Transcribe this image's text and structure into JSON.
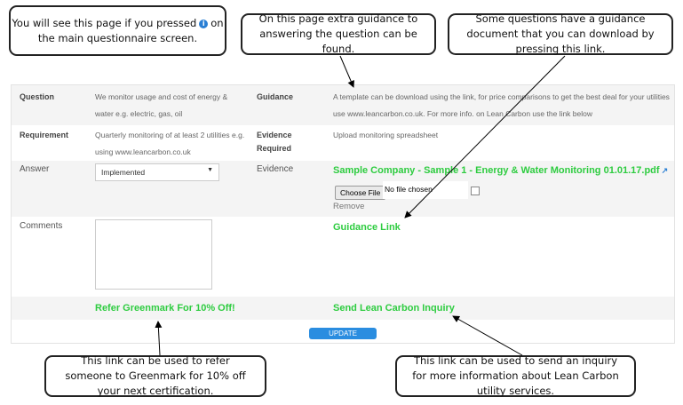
{
  "callouts": {
    "top_left_before_icon": "You will see this page if you pressed",
    "top_left_after_icon": "on",
    "top_left_line2": "the main questionnaire screen.",
    "top_middle": "On this page extra guidance to answering the question can be found.",
    "top_right": "Some questions have a guidance document that you can download by pressing this link.",
    "bottom_left": "This link can be used to refer someone to Greenmark for 10% off your next certification.",
    "bottom_right": "This link can be used to send an inquiry for more information about Lean Carbon utility services."
  },
  "form": {
    "question_label": "Question",
    "question_text": "We monitor usage and cost of energy & water e.g. electric, gas, oil",
    "guidance_label": "Guidance",
    "guidance_text": "A template can be download using the link, for price comparisons to get the best deal for your utilities use www.leancarbon.co.uk. For more info. on Lean Carbon use the link below",
    "requirement_label": "Requirement",
    "requirement_text": "Quarterly monitoring of at least 2 utilities e.g. using www.leancarbon.co.uk",
    "evidence_required_label": "Evidence Required",
    "evidence_required_text": "Upload monitoring spreadsheet",
    "answer_label": "Answer",
    "answer_value": "Implemented",
    "evidence_label": "Evidence",
    "evidence_file_link": "Sample Company - Sample 1 - Energy & Water Monitoring 01.01.17.pdf",
    "choose_file_label": "Choose File",
    "no_file_text": "No file chosen",
    "remove_label": "Remove",
    "comments_label": "Comments",
    "guidance_link": "Guidance Link",
    "refer_link": "Refer Greenmark For 10% Off!",
    "inquiry_link": "Send Lean Carbon Inquiry",
    "update_button": "UPDATE"
  },
  "colors": {
    "link_green": "#2ecc40",
    "button_blue": "#2a8de0",
    "info_blue": "#2a7fd4"
  }
}
